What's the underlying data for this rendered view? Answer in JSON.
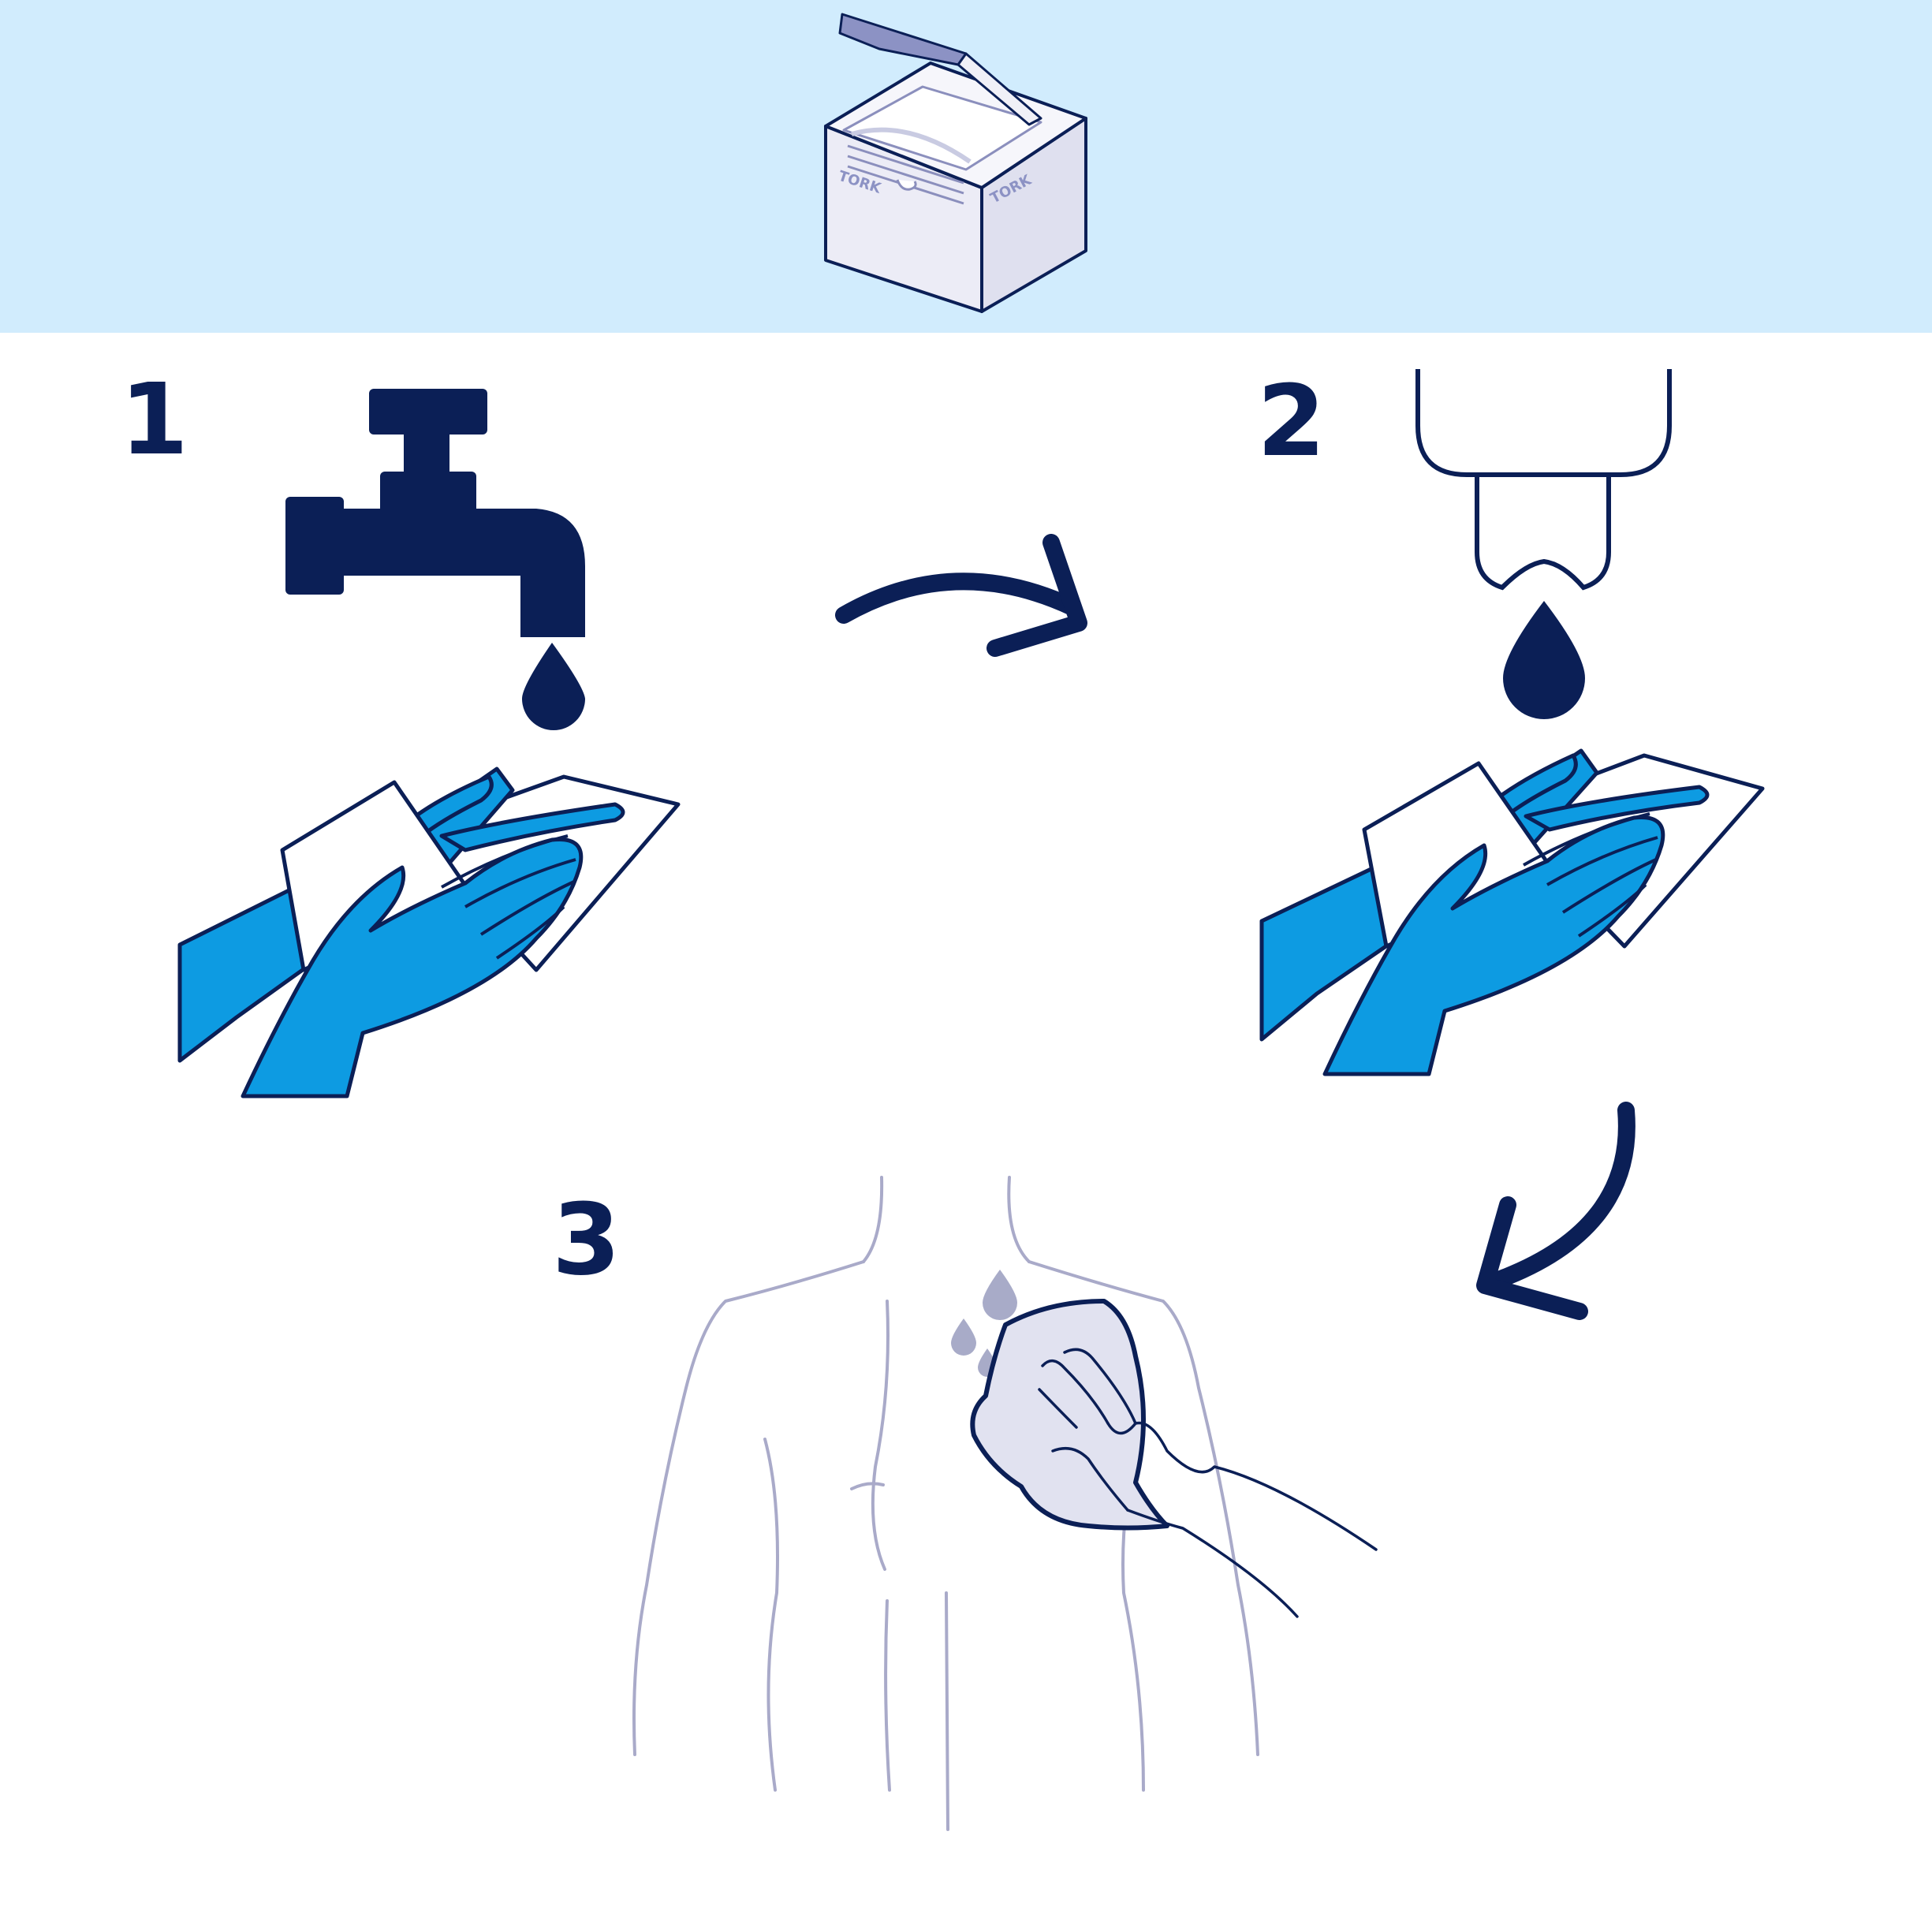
{
  "colors": {
    "navy": "#0b1f56",
    "blue": "#0d9be2",
    "blue_dark": "#0a74c0",
    "header_bg": "#d1ecfd",
    "box_fill": "#ececf6",
    "body_line": "#a9aac9",
    "droplet_light": "#a8abc8"
  },
  "box": {
    "brand": "TORK"
  },
  "steps": [
    {
      "number": "1",
      "icon": "faucet-icon"
    },
    {
      "number": "2",
      "icon": "soap-dispenser-icon"
    },
    {
      "number": "3",
      "icon": "torso-wipe-icon"
    }
  ],
  "arrows": [
    {
      "icon": "curved-arrow-right-icon"
    },
    {
      "icon": "curved-arrow-down-left-icon"
    }
  ]
}
